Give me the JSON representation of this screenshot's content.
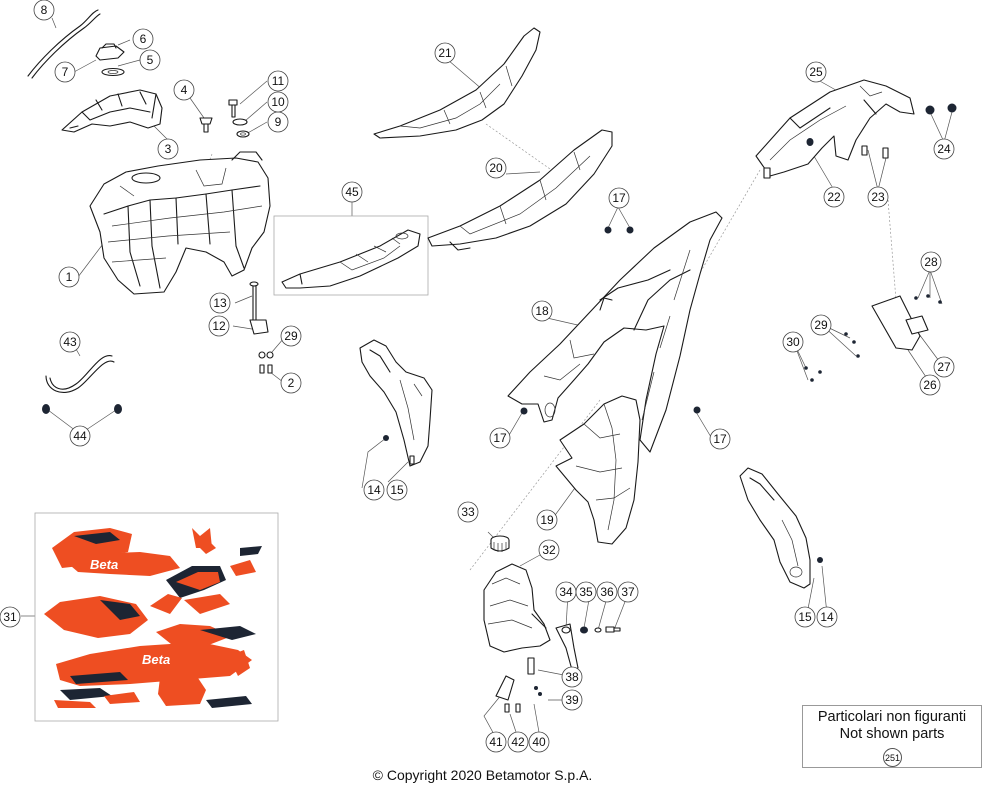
{
  "diagram": {
    "callouts": [
      {
        "id": "c1",
        "label": "1"
      },
      {
        "id": "c2",
        "label": "2"
      },
      {
        "id": "c3",
        "label": "3"
      },
      {
        "id": "c4",
        "label": "4"
      },
      {
        "id": "c5",
        "label": "5"
      },
      {
        "id": "c6",
        "label": "6"
      },
      {
        "id": "c7",
        "label": "7"
      },
      {
        "id": "c8",
        "label": "8"
      },
      {
        "id": "c9",
        "label": "9"
      },
      {
        "id": "c10",
        "label": "10"
      },
      {
        "id": "c11",
        "label": "11"
      },
      {
        "id": "c12",
        "label": "12"
      },
      {
        "id": "c13",
        "label": "13"
      },
      {
        "id": "c14a",
        "label": "14"
      },
      {
        "id": "c15a",
        "label": "15"
      },
      {
        "id": "c14b",
        "label": "14"
      },
      {
        "id": "c15b",
        "label": "15"
      },
      {
        "id": "c17a",
        "label": "17"
      },
      {
        "id": "c17b",
        "label": "17"
      },
      {
        "id": "c17c",
        "label": "17"
      },
      {
        "id": "c18",
        "label": "18"
      },
      {
        "id": "c19",
        "label": "19"
      },
      {
        "id": "c20",
        "label": "20"
      },
      {
        "id": "c21",
        "label": "21"
      },
      {
        "id": "c22",
        "label": "22"
      },
      {
        "id": "c23",
        "label": "23"
      },
      {
        "id": "c24",
        "label": "24"
      },
      {
        "id": "c25",
        "label": "25"
      },
      {
        "id": "c26",
        "label": "26"
      },
      {
        "id": "c27",
        "label": "27"
      },
      {
        "id": "c28",
        "label": "28"
      },
      {
        "id": "c29a",
        "label": "29"
      },
      {
        "id": "c29b",
        "label": "29"
      },
      {
        "id": "c30",
        "label": "30"
      },
      {
        "id": "c31",
        "label": "31"
      },
      {
        "id": "c32",
        "label": "32"
      },
      {
        "id": "c33",
        "label": "33"
      },
      {
        "id": "c34",
        "label": "34"
      },
      {
        "id": "c35",
        "label": "35"
      },
      {
        "id": "c36",
        "label": "36"
      },
      {
        "id": "c37",
        "label": "37"
      },
      {
        "id": "c38",
        "label": "38"
      },
      {
        "id": "c39",
        "label": "39"
      },
      {
        "id": "c40",
        "label": "40"
      },
      {
        "id": "c41",
        "label": "41"
      },
      {
        "id": "c42",
        "label": "42"
      },
      {
        "id": "c43",
        "label": "43"
      },
      {
        "id": "c44",
        "label": "44"
      },
      {
        "id": "c45",
        "label": "45"
      }
    ],
    "decals_text": {
      "brand": "Beta"
    }
  },
  "notes": {
    "not_shown_it": "Particolari non figuranti",
    "not_shown_en": "Not shown parts",
    "not_shown_ref": "251"
  },
  "footer": {
    "copyright": "© Copyright 2020 Betamotor S.p.A."
  },
  "colors": {
    "decal_orange": "#ee4e22",
    "decal_dark": "#1d2533"
  }
}
